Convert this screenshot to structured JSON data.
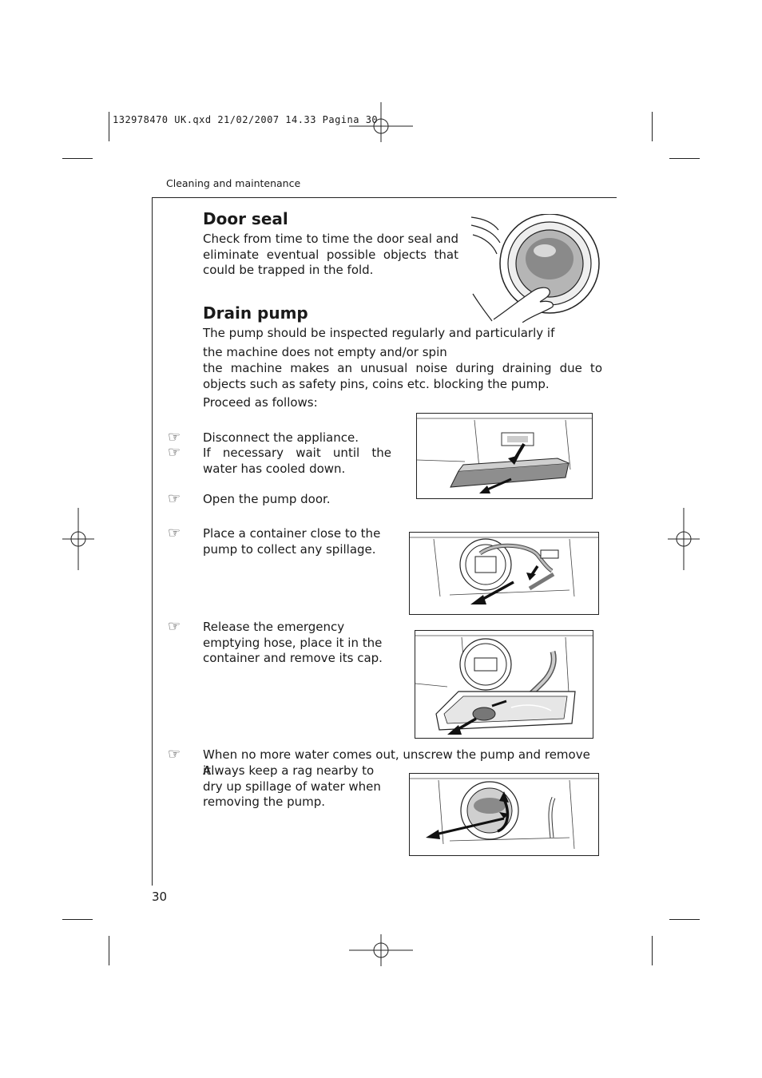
{
  "slug": "132978470 UK.qxd  21/02/2007  14.33  Pagina  30",
  "section_label": "Cleaning and maintenance",
  "door_seal": {
    "title": "Door seal",
    "text": "Check from time to time the door seal and eliminate eventual possible objects that could be trapped in the fold."
  },
  "drain_pump": {
    "title": "Drain pump",
    "intro": "The pump should be inspected regularly and particularly if",
    "condition1": "the machine does not empty and/or spin",
    "condition2": "the machine makes an unusual noise during draining due to objects such as safety pins, coins etc. blocking the pump.",
    "proceed": "Proceed as follows:"
  },
  "steps": [
    {
      "text": "Disconnect the appliance.",
      "icon": "pointing-hand-icon"
    },
    {
      "text": "If necessary wait until the water has cooled down.",
      "icon": "pointing-hand-icon"
    },
    {
      "text": "Open the pump door.",
      "icon": "pointing-hand-icon"
    },
    {
      "text": "Place a container close to the pump to collect any spillage.",
      "icon": "pointing-hand-icon"
    },
    {
      "text": "Release the emergency emptying hose, place it in the container and remove its cap.",
      "icon": "pointing-hand-icon"
    },
    {
      "text": "When no more water comes out, unscrew the pump and remove it.",
      "icon": "pointing-hand-icon"
    }
  ],
  "note": "Always keep a rag nearby to dry up spillage of water when removing the pump.",
  "hand_glyph": "☞",
  "page_number": "30"
}
